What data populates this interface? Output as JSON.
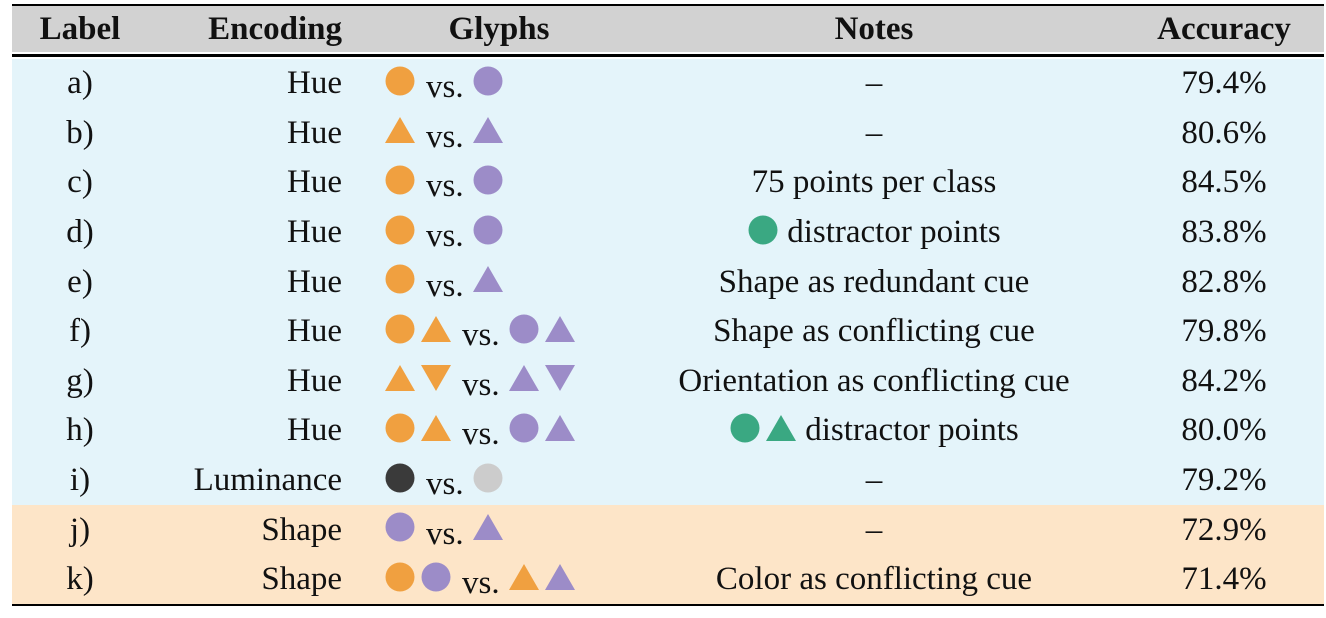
{
  "colors": {
    "orange": "#f0a040",
    "purple": "#9c8cc8",
    "green": "#3aa882",
    "dark": "#3a3a3a",
    "light": "#cccccc",
    "header_bg": "#d2d2d2",
    "blue_row": "#e4f4fa",
    "peach_row": "#fde5c8"
  },
  "headers": {
    "label": "Label",
    "encoding": "Encoding",
    "glyphs": "Glyphs",
    "notes": "Notes",
    "accuracy": "Accuracy"
  },
  "vs_text": "vs.",
  "rows": [
    {
      "label": "a)",
      "encoding": "Hue",
      "left": [
        [
          "circle",
          "orange"
        ]
      ],
      "right": [
        [
          "circle",
          "purple"
        ]
      ],
      "notes_glyphs": [],
      "notes": "–",
      "accuracy": "79.4%",
      "band": "blue"
    },
    {
      "label": "b)",
      "encoding": "Hue",
      "left": [
        [
          "triangle",
          "orange"
        ]
      ],
      "right": [
        [
          "triangle",
          "purple"
        ]
      ],
      "notes_glyphs": [],
      "notes": "–",
      "accuracy": "80.6%",
      "band": "blue"
    },
    {
      "label": "c)",
      "encoding": "Hue",
      "left": [
        [
          "circle",
          "orange"
        ]
      ],
      "right": [
        [
          "circle",
          "purple"
        ]
      ],
      "notes_glyphs": [],
      "notes": "75 points per class",
      "accuracy": "84.5%",
      "band": "blue"
    },
    {
      "label": "d)",
      "encoding": "Hue",
      "left": [
        [
          "circle",
          "orange"
        ]
      ],
      "right": [
        [
          "circle",
          "purple"
        ]
      ],
      "notes_glyphs": [
        [
          "circle",
          "green"
        ]
      ],
      "notes": "distractor points",
      "accuracy": "83.8%",
      "band": "blue"
    },
    {
      "label": "e)",
      "encoding": "Hue",
      "left": [
        [
          "circle",
          "orange"
        ]
      ],
      "right": [
        [
          "triangle",
          "purple"
        ]
      ],
      "notes_glyphs": [],
      "notes": "Shape as redundant cue",
      "accuracy": "82.8%",
      "band": "blue"
    },
    {
      "label": "f)",
      "encoding": "Hue",
      "left": [
        [
          "circle",
          "orange"
        ],
        [
          "triangle",
          "orange"
        ]
      ],
      "right": [
        [
          "circle",
          "purple"
        ],
        [
          "triangle",
          "purple"
        ]
      ],
      "notes_glyphs": [],
      "notes": "Shape as conflicting cue",
      "accuracy": "79.8%",
      "band": "blue"
    },
    {
      "label": "g)",
      "encoding": "Hue",
      "left": [
        [
          "triangle",
          "orange"
        ],
        [
          "triangle-down",
          "orange"
        ]
      ],
      "right": [
        [
          "triangle",
          "purple"
        ],
        [
          "triangle-down",
          "purple"
        ]
      ],
      "notes_glyphs": [],
      "notes": "Orientation as conflicting cue",
      "accuracy": "84.2%",
      "band": "blue"
    },
    {
      "label": "h)",
      "encoding": "Hue",
      "left": [
        [
          "circle",
          "orange"
        ],
        [
          "triangle",
          "orange"
        ]
      ],
      "right": [
        [
          "circle",
          "purple"
        ],
        [
          "triangle",
          "purple"
        ]
      ],
      "notes_glyphs": [
        [
          "circle",
          "green"
        ],
        [
          "triangle",
          "green"
        ]
      ],
      "notes": "distractor points",
      "accuracy": "80.0%",
      "band": "blue"
    },
    {
      "label": "i)",
      "encoding": "Luminance",
      "left": [
        [
          "circle",
          "dark"
        ]
      ],
      "right": [
        [
          "circle",
          "light"
        ]
      ],
      "notes_glyphs": [],
      "notes": "–",
      "accuracy": "79.2%",
      "band": "blue"
    },
    {
      "label": "j)",
      "encoding": "Shape",
      "left": [
        [
          "circle",
          "purple"
        ]
      ],
      "right": [
        [
          "triangle",
          "purple"
        ]
      ],
      "notes_glyphs": [],
      "notes": "–",
      "accuracy": "72.9%",
      "band": "peach"
    },
    {
      "label": "k)",
      "encoding": "Shape",
      "left": [
        [
          "circle",
          "orange"
        ],
        [
          "circle",
          "purple"
        ]
      ],
      "right": [
        [
          "triangle",
          "orange"
        ],
        [
          "triangle",
          "purple"
        ]
      ],
      "notes_glyphs": [],
      "notes": "Color as conflicting cue",
      "accuracy": "71.4%",
      "band": "peach"
    }
  ]
}
